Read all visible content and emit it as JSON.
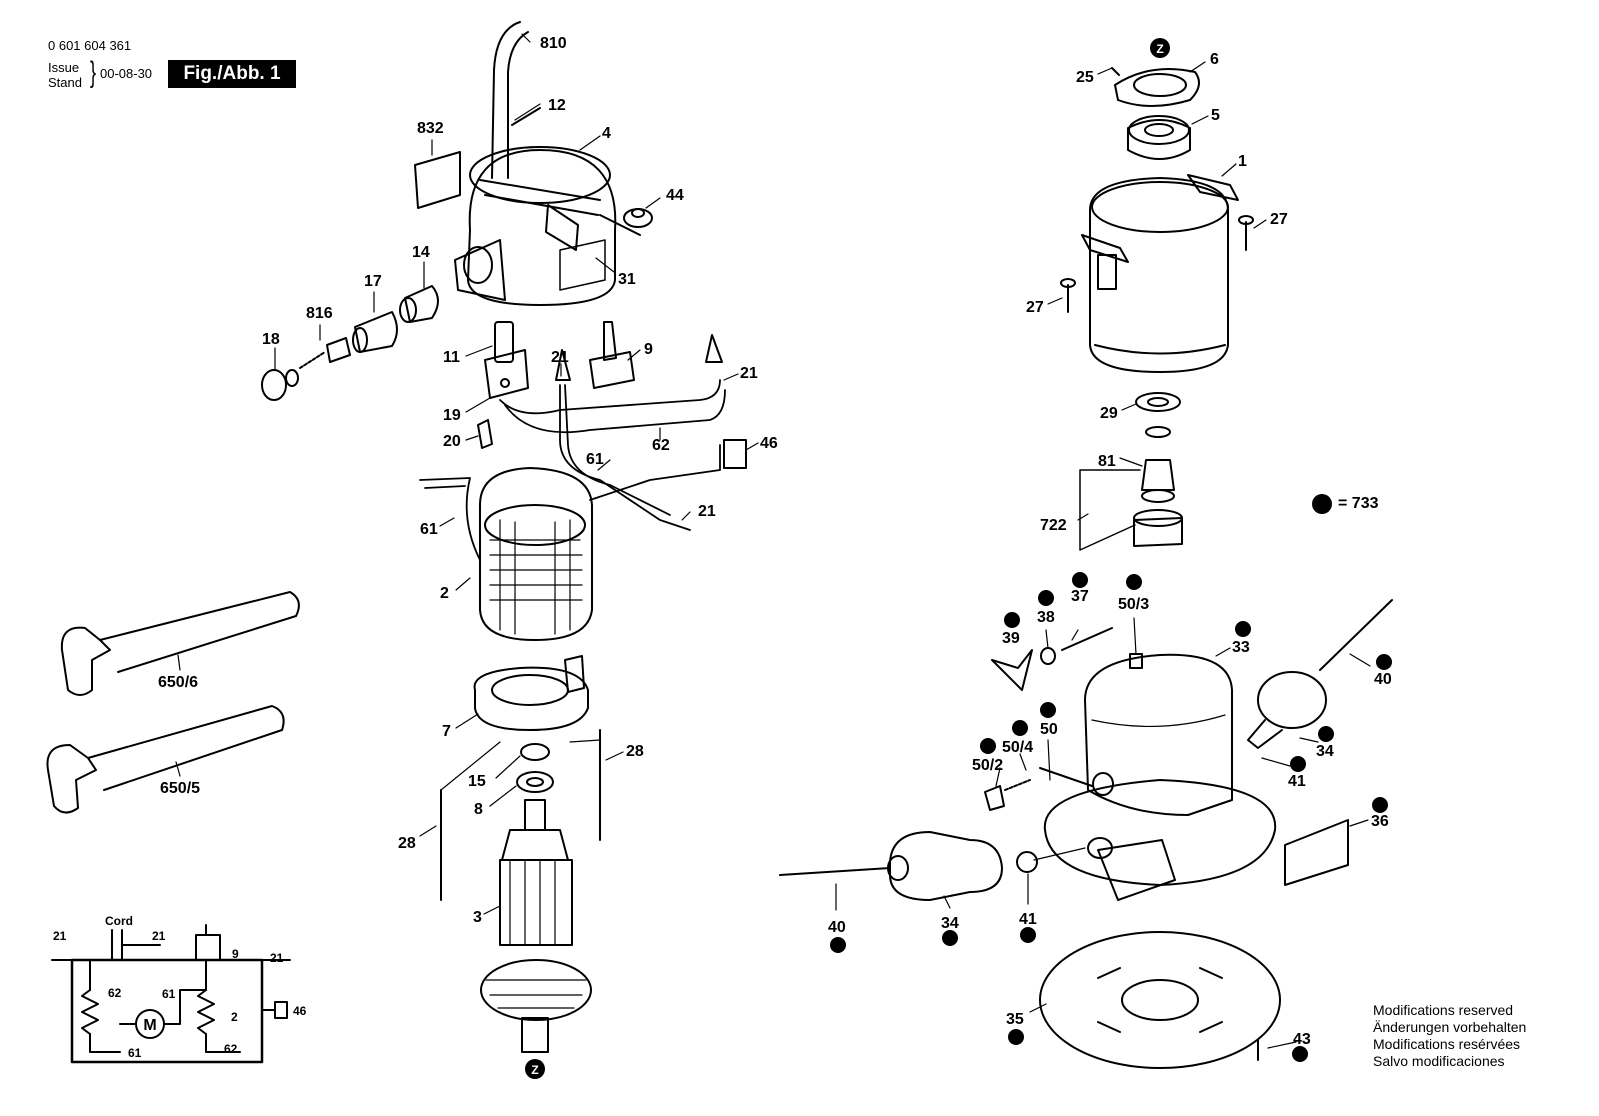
{
  "header": {
    "part_number": "0 601 604 361",
    "issue_label": "Issue",
    "stand_label": "Stand",
    "date": "00-08-30",
    "figure_label": "Fig./Abb. 1"
  },
  "legend": {
    "text": "= 733"
  },
  "notes": [
    "Modifications reserved",
    "Änderungen vorbehalten",
    "Modifications resérvées",
    "Salvo modificaciones"
  ],
  "callouts": {
    "c810": "810",
    "c12": "12",
    "c832": "832",
    "c4": "4",
    "c44": "44",
    "c31": "31",
    "c14": "14",
    "c17": "17",
    "c816": "816",
    "c18": "18",
    "c11": "11",
    "c9": "9",
    "c21a": "21",
    "c21b": "21",
    "c19": "19",
    "c20": "20",
    "c62": "62",
    "c46": "46",
    "c61a": "61",
    "c61b": "61",
    "c21c": "21",
    "c2": "2",
    "c650_6": "650/6",
    "c650_5": "650/5",
    "c7": "7",
    "c28a": "28",
    "c15": "15",
    "c8": "8",
    "c28b": "28",
    "c3": "3",
    "cZ_bottom": "Z",
    "cZ_top": "Z",
    "c6": "6",
    "c25": "25",
    "c5": "5",
    "c1": "1",
    "c27a": "27",
    "c27b": "27",
    "c29": "29",
    "c81": "81",
    "c722": "722",
    "c37": "37",
    "c50_3": "50/3",
    "c38": "38",
    "c39": "39",
    "c33": "33",
    "c40a": "40",
    "c50": "50",
    "c50_4": "50/4",
    "c50_2": "50/2",
    "c34a": "34",
    "c41a": "41",
    "c36": "36",
    "c40b": "40",
    "c34b": "34",
    "c41b": "41",
    "c35": "35",
    "c43": "43"
  },
  "wiring": {
    "cord": "Cord",
    "w21a": "21",
    "w21b": "21",
    "w21c": "21",
    "w9": "9",
    "w62a": "62",
    "w61a": "61",
    "w2": "2",
    "w46": "46",
    "w61b": "61",
    "w62b": "62",
    "motor": "M"
  }
}
